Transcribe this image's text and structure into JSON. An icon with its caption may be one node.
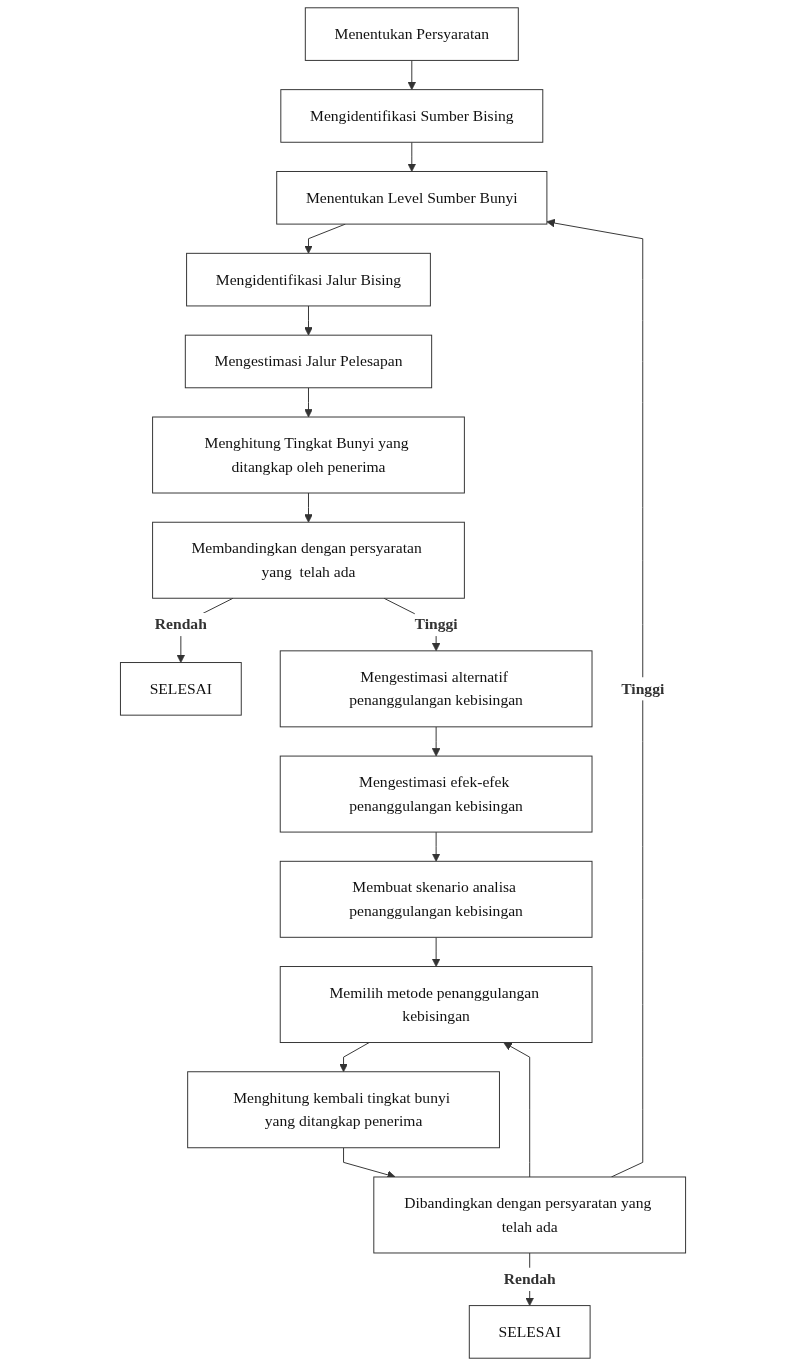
{
  "diagram": {
    "nodes": [
      {
        "text": [
          "Menentukan Persyaratan"
        ]
      },
      {
        "text": [
          "Mengidentifikasi Sumber Bising"
        ]
      },
      {
        "text": [
          "Menentukan Level Sumber Bunyi"
        ]
      },
      {
        "text": [
          "Mengidentifikasi Jalur Bising"
        ]
      },
      {
        "text": [
          "Mengestimasi Jalur Pelesapan"
        ]
      },
      {
        "text": [
          "Menghitung Tingkat Bunyi yang ditangkap oleh penerima"
        ]
      },
      {
        "text": [
          "Membandingkan dengan persyaratan yang  telah ada"
        ]
      },
      {
        "text": [
          "SELESAI"
        ]
      },
      {
        "text": [
          "Mengestimasi alternatif penanggulangan kebisingan"
        ]
      },
      {
        "text": [
          "Mengestimasi efek-efek penanggulangan kebisingan"
        ]
      },
      {
        "text": [
          "Membuat skenario analisa penanggulangan kebisingan"
        ]
      },
      {
        "text": [
          "Memilih metode penanggulangan kebisingan"
        ]
      },
      {
        "text": [
          "Menghitung kembali tingkat bunyi yang ditangkap penerima"
        ]
      },
      {
        "text": [
          "Dibandingkan dengan persyaratan yang telah ada"
        ]
      },
      {
        "text": [
          "SELESAI"
        ]
      }
    ],
    "edges": [
      {
        "from": 0,
        "to": 1,
        "arrow": "to"
      },
      {
        "from": 1,
        "to": 2,
        "arrow": "to"
      },
      {
        "from": 2,
        "to": 3,
        "arrow": "to"
      },
      {
        "from": 3,
        "to": 4,
        "arrow": "to"
      },
      {
        "from": 4,
        "to": 5,
        "arrow": "to"
      },
      {
        "from": 5,
        "to": 6,
        "arrow": "to"
      },
      {
        "from": 6,
        "to": 7,
        "label": "Rendah",
        "arrow": "to"
      },
      {
        "from": 6,
        "to": 8,
        "label": "Tinggi",
        "arrow": "to"
      },
      {
        "from": 8,
        "to": 9,
        "arrow": "to"
      },
      {
        "from": 9,
        "to": 10,
        "arrow": "to"
      },
      {
        "from": 10,
        "to": 11,
        "arrow": "to"
      },
      {
        "from": 11,
        "to": 12,
        "arrow": "to"
      },
      {
        "from": 12,
        "to": 13,
        "arrow": "to"
      },
      {
        "from": 13,
        "to": 14,
        "label": "Rendah",
        "arrow": "to"
      },
      {
        "from": 13,
        "to": 2,
        "label": "Tinggi",
        "arrow": "to"
      },
      {
        "from": 13,
        "to": 11,
        "arrow": "to"
      }
    ]
  }
}
